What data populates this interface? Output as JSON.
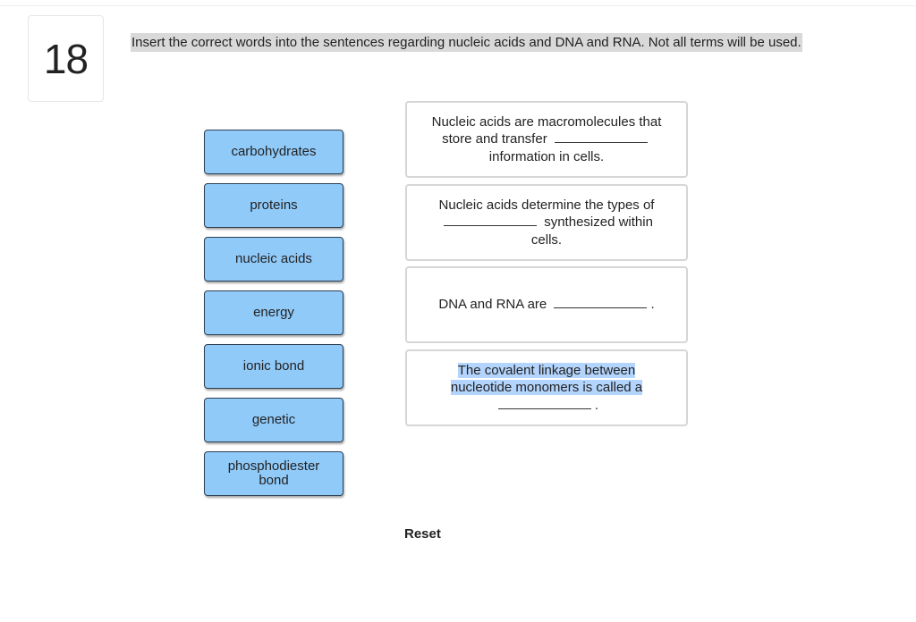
{
  "question": {
    "number": "18",
    "instruction": "Insert the correct words into the sentences regarding nucleic acids and DNA and RNA. Not all terms will be used."
  },
  "terms": [
    {
      "label": "carbohydrates"
    },
    {
      "label": "proteins"
    },
    {
      "label": "nucleic acids"
    },
    {
      "label": "energy"
    },
    {
      "label": "ionic bond"
    },
    {
      "label": "genetic"
    },
    {
      "label": "phosphodiester bond"
    }
  ],
  "sentences": [
    {
      "before": "Nucleic acids are macromolecules that store and transfer",
      "after": "information in cells."
    },
    {
      "before": "Nucleic acids determine the types of",
      "after": "synthesized within cells."
    },
    {
      "before": "DNA and RNA are",
      "after": "."
    },
    {
      "before": "The covalent linkage between nucleotide monomers is called a",
      "after": "."
    }
  ],
  "controls": {
    "reset_label": "Reset"
  },
  "colors": {
    "term_fill": "#90caf9",
    "term_border": "#2d3f52",
    "highlight": "#b3d4fc",
    "instruction_bg": "#d9d9d9"
  }
}
